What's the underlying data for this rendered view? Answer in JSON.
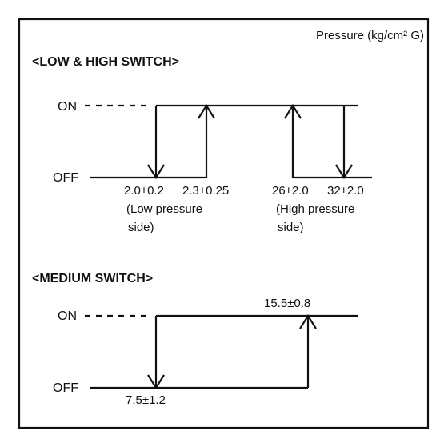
{
  "unit_label": "Pressure (kg/cm² G)",
  "low_high": {
    "heading": "<LOW & HIGH SWITCH>",
    "on_label": "ON",
    "off_label": "OFF",
    "low_off_value": "2.0±0.2",
    "low_on_value": "2.3±0.25",
    "low_note_line1": "(Low pressure",
    "low_note_line2": "side)",
    "high_on_value": "26±2.0",
    "high_off_value": "32±2.0",
    "high_note_line1": "(High pressure",
    "high_note_line2": "side)"
  },
  "medium": {
    "heading": "<MEDIUM SWITCH>",
    "on_label": "ON",
    "off_label": "OFF",
    "off_value": "7.5±1.2",
    "on_value": "15.5±0.8"
  }
}
